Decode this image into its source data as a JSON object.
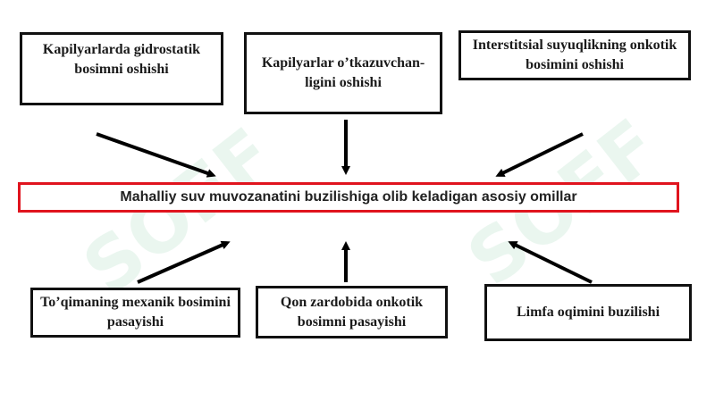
{
  "watermark": "SOFF",
  "boxes": {
    "top_left": "Kapilyarlarda gidrostatik bosimni oshishi",
    "top_middle": "Kapilyarlar o’tkazuvchan-ligini oshishi",
    "top_right": "Interstitsial suyuqlikning onkotik bosimini oshishi",
    "bottom_left": "To’qimaning mexanik bosimini pasayishi",
    "bottom_middle": "Qon zardobida onkotik bosimni pasayishi",
    "bottom_right": "Limfa oqimini buzilishi"
  },
  "center": "Mahalliy suv muvozanatini buzilishiga olib keladigan asosiy omillar",
  "colors": {
    "box_border": "#111111",
    "center_border": "#e0141e",
    "arrow": "#000000",
    "watermark": "#5db884"
  }
}
